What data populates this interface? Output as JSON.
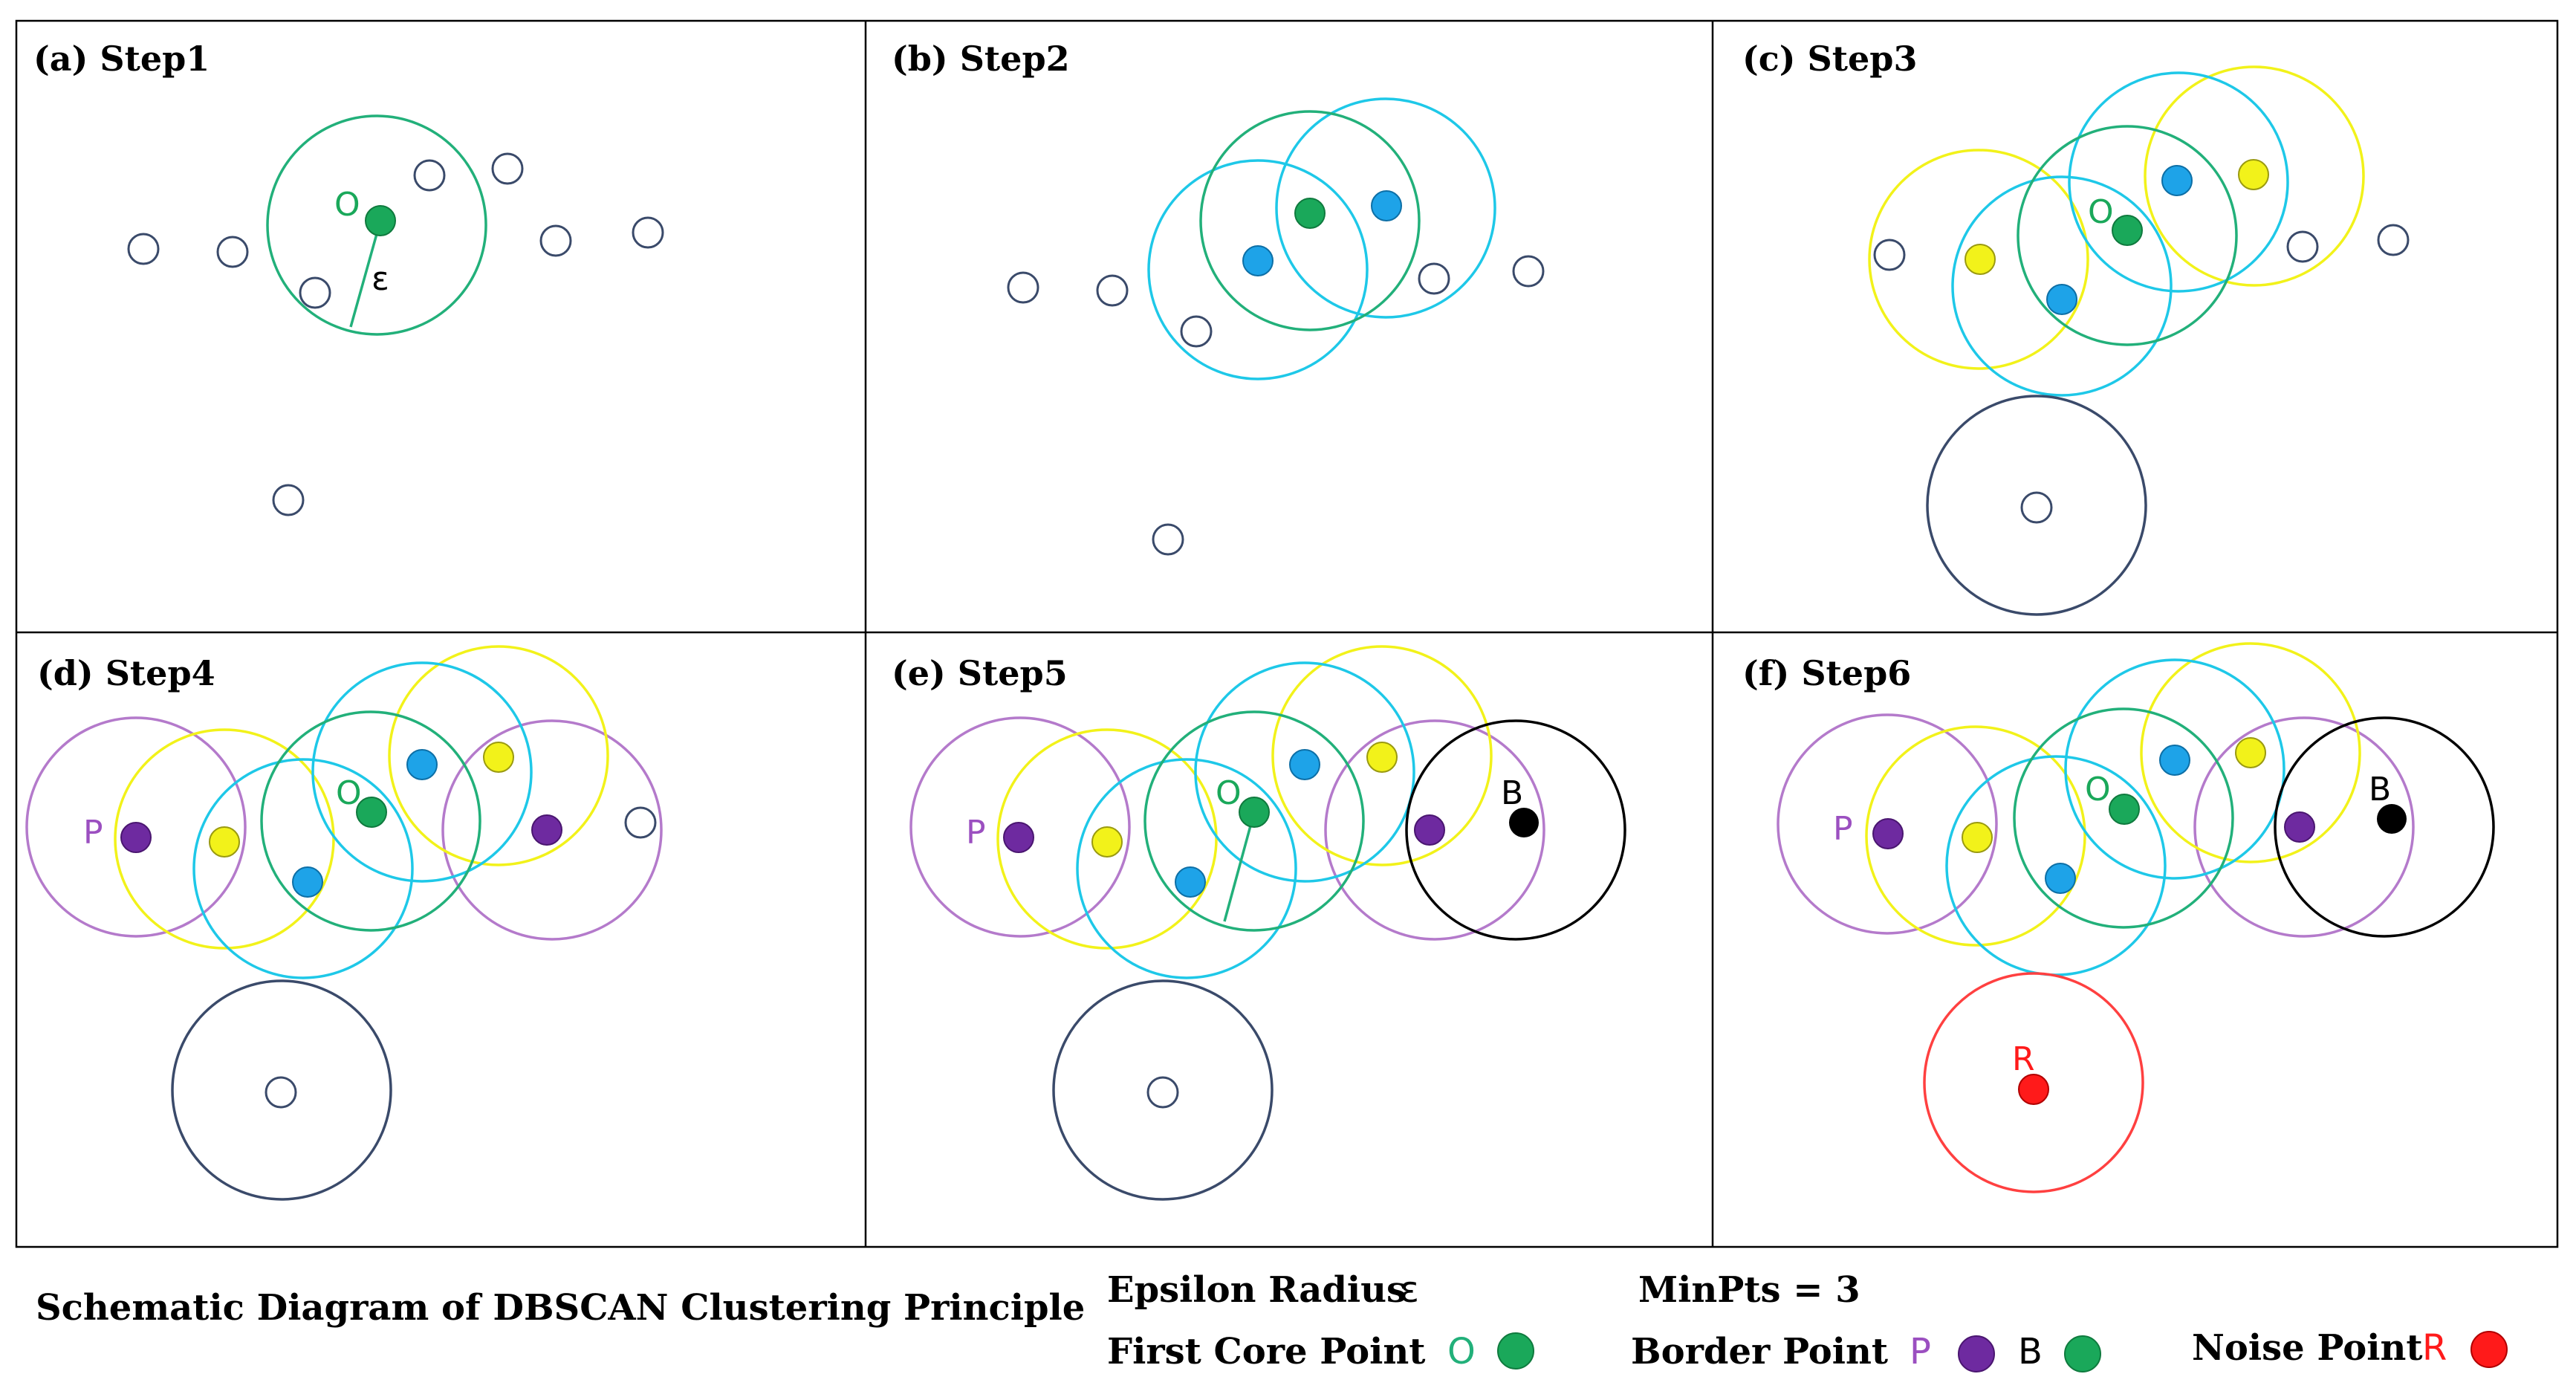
{
  "panels": [
    {
      "title": "(a) Step1"
    },
    {
      "title": "(b) Step2"
    },
    {
      "title": "(c) Step3"
    },
    {
      "title": "(d) Step4"
    },
    {
      "title": "(e) Step5"
    },
    {
      "title": "(f) Step6"
    }
  ],
  "point_labels": {
    "core": "O",
    "epsilon": "ε",
    "border_p": "P",
    "border_b": "B",
    "noise": "R"
  },
  "caption": "Schematic Diagram of DBSCAN Clustering Principle",
  "legend": {
    "epsilon_label": "Epsilon Radius",
    "epsilon_symbol": "ε",
    "minpts_label": "MinPts = 3",
    "core_label": "First  Core Point",
    "core_symbol": "O",
    "border_label": "Border Point",
    "border_symbol_p": "P",
    "border_symbol_b": "B",
    "noise_label": "Noise Point",
    "noise_symbol": "R"
  },
  "colors": {
    "core_green": "#1aa85a",
    "core_ring": "#22b07a",
    "cyan": "#1ec8e8",
    "blue_point": "#1ea3e8",
    "yellow": "#f2f21a",
    "purple": "#6e2aa0",
    "purple_ring": "#b47acb",
    "black": "#000000",
    "noise_red": "#ff1a1a",
    "unvisited": "#3a4a6a",
    "epsilon_text": "#000000"
  }
}
